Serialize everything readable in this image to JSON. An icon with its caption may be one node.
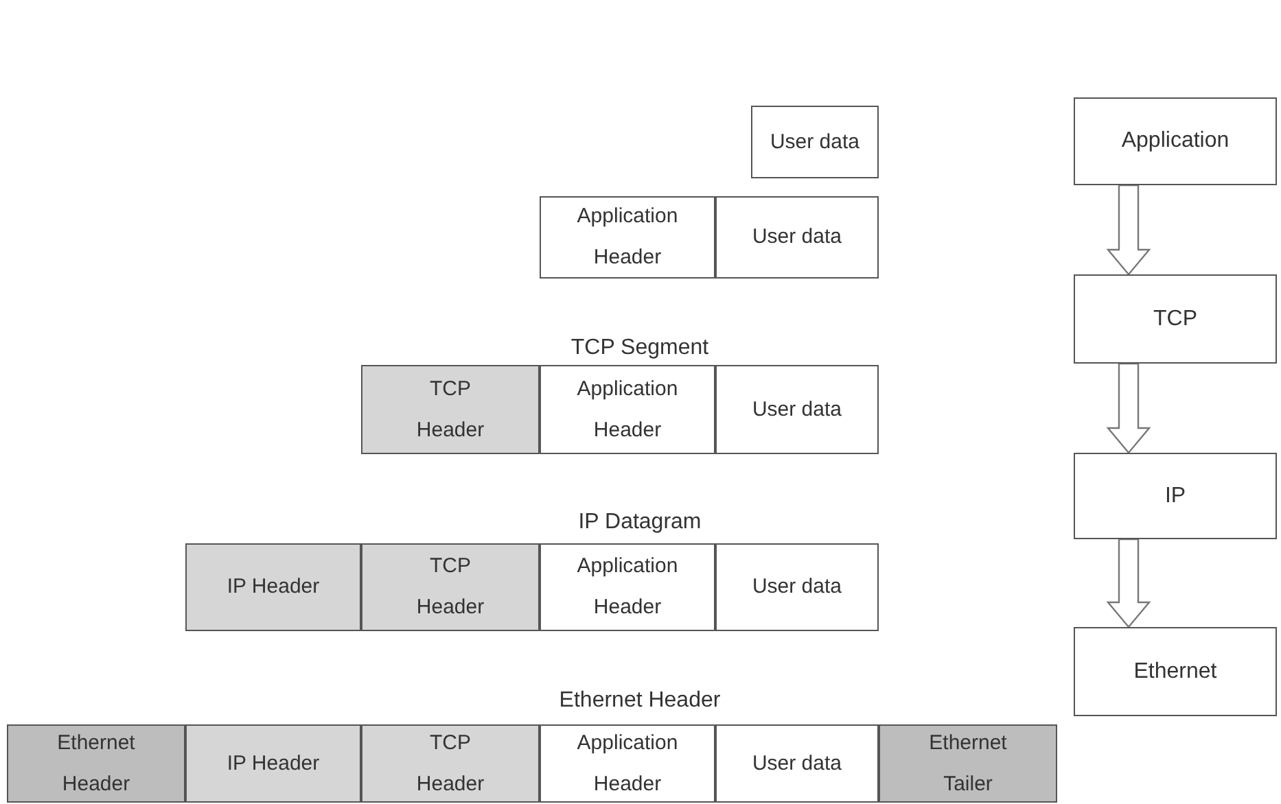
{
  "diagram": {
    "nodes": [
      {
        "text": [
          "User data"
        ]
      },
      {
        "text": [
          "Application Header"
        ]
      },
      {
        "text": [
          "User data"
        ]
      },
      {
        "text": [
          "TCP Header"
        ]
      },
      {
        "text": [
          "Application Header"
        ]
      },
      {
        "text": [
          "User data"
        ]
      },
      {
        "text": [
          "IP Header"
        ]
      },
      {
        "text": [
          "TCP Header"
        ]
      },
      {
        "text": [
          "Application Header"
        ]
      },
      {
        "text": [
          "User data"
        ]
      },
      {
        "text": [
          "Ethernet Header"
        ]
      },
      {
        "text": [
          "IP Header"
        ]
      },
      {
        "text": [
          "TCP Header"
        ]
      },
      {
        "text": [
          "Application Header"
        ]
      },
      {
        "text": [
          "User data"
        ]
      },
      {
        "text": [
          "Ethernet Tailer"
        ]
      },
      {
        "text": [
          "Application"
        ]
      },
      {
        "text": [
          "TCP"
        ]
      },
      {
        "text": [
          "IP"
        ]
      },
      {
        "text": [
          "Ethernet"
        ]
      }
    ],
    "edges": [
      {
        "from": 16,
        "to": 17,
        "arrow": "to"
      },
      {
        "from": 17,
        "to": 18,
        "arrow": "to"
      },
      {
        "from": 18,
        "to": 19,
        "arrow": "to"
      }
    ],
    "labels": [
      "TCP Segment",
      "IP Datagram",
      "Ethernet Header"
    ]
  }
}
